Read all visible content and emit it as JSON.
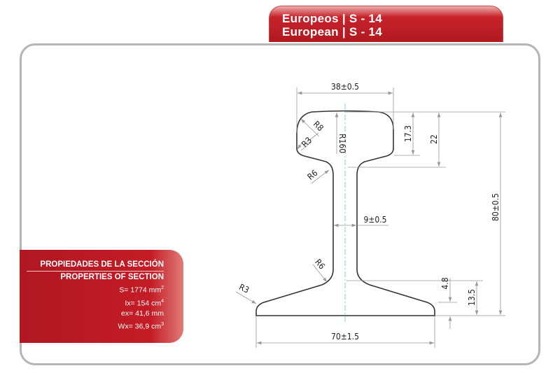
{
  "header": {
    "line1": "Europeos  |  S - 14",
    "line2": "European  |  S - 14"
  },
  "properties": {
    "title_es": "PROPIEDADES DE LA SECCIÓN",
    "title_en": "PROPERTIES OF SECTION",
    "rows": [
      {
        "label": "S= 1774 mm",
        "sup": "2"
      },
      {
        "label": "Ix= 154 cm",
        "sup": "4"
      },
      {
        "label": "ex= 41,6 mm",
        "sup": ""
      },
      {
        "label": "Wx= 36,9 cm",
        "sup": "3"
      }
    ]
  },
  "dimensions": {
    "head_width": "38±0.5",
    "head_height": "17.3",
    "head_total": "22",
    "total_height": "80±0.5",
    "web_thickness": "9±0.5",
    "foot_edge": "4.8",
    "foot_height": "13.5",
    "foot_width": "70±1.5",
    "r8": "R8",
    "r3_head": "R3",
    "r160": "R160",
    "r6_top": "R6",
    "r6_bottom": "R6",
    "r3_foot": "R3"
  },
  "colors": {
    "accent": "#c41c26",
    "frame": "#b5b5b5",
    "centerline": "#8cc8e8"
  }
}
